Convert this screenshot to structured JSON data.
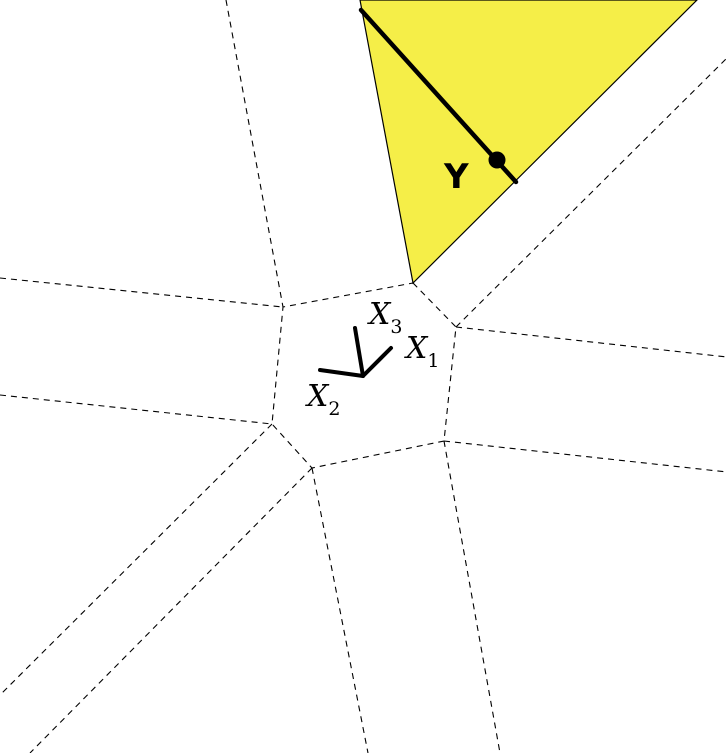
{
  "colors": {
    "region_fill": "#f5ee48",
    "stroke": "#000000",
    "background": "#ffffff"
  },
  "labels": {
    "y": "Y",
    "x1": {
      "base": "X",
      "sub": "1"
    },
    "x2": {
      "base": "X",
      "sub": "2"
    },
    "x3": {
      "base": "X",
      "sub": "3"
    }
  }
}
